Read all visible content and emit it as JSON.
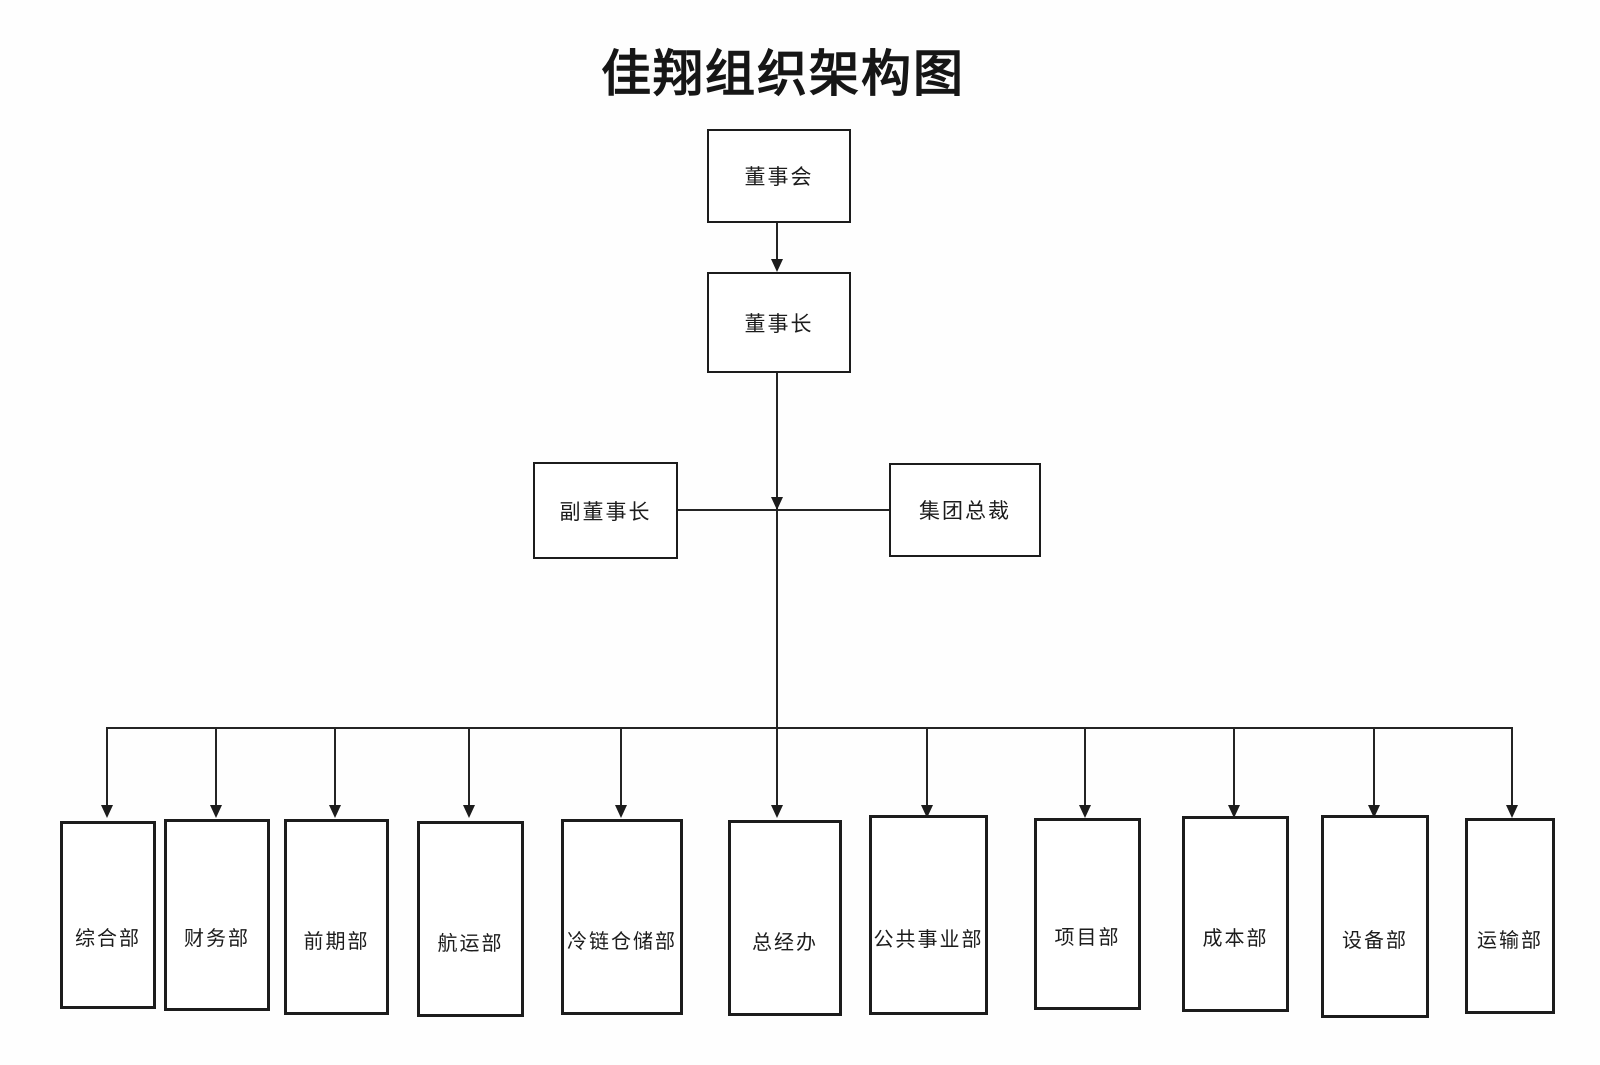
{
  "title": "佳翔组织架构图",
  "nodes": {
    "board": {
      "label": "董事会"
    },
    "chairman": {
      "label": "董事长"
    },
    "vice_chairman": {
      "label": "副董事长"
    },
    "group_president": {
      "label": "集团总裁"
    }
  },
  "departments": [
    {
      "label": "综合部"
    },
    {
      "label": "财务部"
    },
    {
      "label": "前期部"
    },
    {
      "label": "航运部"
    },
    {
      "label": "冷链仓储部"
    },
    {
      "label": "总经办"
    },
    {
      "label": "公共事业部"
    },
    {
      "label": "项目部"
    },
    {
      "label": "成本部"
    },
    {
      "label": "设备部"
    },
    {
      "label": "运输部"
    }
  ],
  "colors": {
    "background": "#fefefe",
    "line": "#242424",
    "text": "#1c1c1c"
  }
}
